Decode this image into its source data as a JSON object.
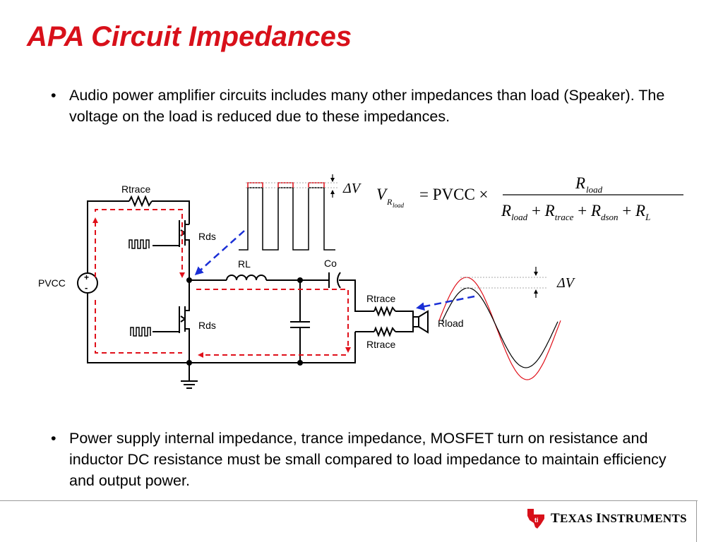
{
  "slide": {
    "title": "APA Circuit Impedances",
    "bullets": [
      "Audio power amplifier circuits includes many other impedances than load (Speaker). The voltage on the load is reduced due to these impedances.",
      "Power supply internal impedance, trance impedance, MOSFET turn on resistance and inductor DC resistance must be small compared to load impedance to maintain efficiency and output power."
    ]
  },
  "circuit": {
    "labels": {
      "rtrace_top": "Rtrace",
      "rds_high": "Rds",
      "rds_low": "Rds",
      "pvcc": "PVCC",
      "rl": "RL",
      "co": "Co",
      "rtrace_out1": "Rtrace",
      "rtrace_out2": "Rtrace",
      "rload": "Rload",
      "delta_v_pulse": "ΔV",
      "delta_v_sine": "ΔV"
    },
    "colors": {
      "wire": "#000000",
      "current_path": "#e0101a",
      "pointer": "#1a2fd6",
      "ideal_wave": "#e0101a"
    }
  },
  "equation": {
    "lhs_v": "V",
    "lhs_sub": "R",
    "lhs_subsub": "load",
    "eq_sign": "= PVCC ×",
    "num_r": "R",
    "num_sub": "load",
    "den": [
      {
        "r": "R",
        "sub": "load"
      },
      {
        "op": "+ "
      },
      {
        "r": "R",
        "sub": "trace"
      },
      {
        "op": "+ "
      },
      {
        "r": "R",
        "sub": "dson"
      },
      {
        "op": "+ "
      },
      {
        "r": "R",
        "sub": "L"
      }
    ]
  },
  "footer": {
    "company_first_big": "T",
    "company_first_rest": "EXAS",
    "company_second_big": "I",
    "company_second_rest": "NSTRUMENTS"
  }
}
